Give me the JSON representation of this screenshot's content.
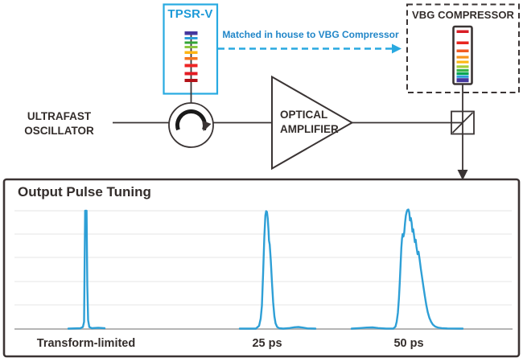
{
  "colors": {
    "line_dark": "#3a3434",
    "box_border": "#3b3333",
    "text_dark": "#332d2b",
    "accent_cyan": "#27aae1",
    "tpsr_label_blue": "#1d9ad8",
    "note_blue": "#2186c8",
    "pulse_blue": "#2e9fd6",
    "grid_gray": "#ebebeb",
    "baseline_gray": "#b5b5b5"
  },
  "diagram": {
    "tpsr": {
      "label": "TPSR-V"
    },
    "vbg": {
      "label": "VBG COMPRESSOR"
    },
    "note": {
      "text": "Matched in house to VBG Compressor"
    },
    "oscillator": {
      "lines": [
        "ULTRAFAST",
        "OSCILLATOR"
      ]
    },
    "amplifier": {
      "lines": [
        "OPTICAL",
        "AMPLIFIER"
      ]
    },
    "tpsr_spectrum_top_to_bottom": [
      "#45379e",
      "#2b9fd8",
      "#33a437",
      "#8dc63f",
      "#fdb515",
      "#f4731f",
      "#ee2524",
      "#e31b23",
      "#b31218"
    ],
    "vbg_spectrum_top_to_bottom": [
      "#d81e26",
      "#e8251f",
      "#f15a22",
      "#f7941d",
      "#fdb813",
      "#a6ce39",
      "#39b54a",
      "#00a651",
      "#2b9fd8",
      "#45379e"
    ]
  },
  "panel": {
    "title": "Output Pulse Tuning",
    "labels": [
      "Transform-limited",
      "25 ps",
      "50 ps"
    ]
  },
  "chart_data": {
    "type": "line",
    "title": "Output Pulse Tuning",
    "xlabel": "",
    "ylabel": "",
    "legend": "none",
    "grid": "horizontal-only",
    "note": "schematic intensity-vs-time traces, no numeric axes; coordinates are canvas units",
    "gridlines_y": [
      262,
      291,
      320,
      350,
      379
    ],
    "baseline_y": 409,
    "x_range": [
      18,
      637
    ],
    "series": [
      {
        "name": "Transform-limited",
        "points": [
          [
            85,
            408.5
          ],
          [
            100,
            408
          ],
          [
            103,
            406.5
          ],
          [
            104.5,
            400
          ],
          [
            105.8,
            262
          ],
          [
            107.6,
            262
          ],
          [
            108.5,
            355
          ],
          [
            109.5,
            398
          ],
          [
            111,
            406.5
          ],
          [
            114,
            408
          ],
          [
            122,
            407.5
          ],
          [
            130,
            408
          ]
        ]
      },
      {
        "name": "25 ps",
        "points": [
          [
            298,
            408.5
          ],
          [
            318,
            408.5
          ],
          [
            322,
            405
          ],
          [
            324,
            396
          ],
          [
            325.5,
            380
          ],
          [
            327,
            340
          ],
          [
            328.5,
            295
          ],
          [
            329.8,
            268
          ],
          [
            330.8,
            262.5
          ],
          [
            331.8,
            263.5
          ],
          [
            332.8,
            272
          ],
          [
            333.8,
            288
          ],
          [
            334.3,
            299
          ],
          [
            335.2,
            304
          ],
          [
            336.5,
            323
          ],
          [
            338,
            351
          ],
          [
            339.5,
            376
          ],
          [
            341,
            393
          ],
          [
            342.5,
            402
          ],
          [
            344.5,
            406.5
          ],
          [
            347,
            408
          ],
          [
            352,
            408.5
          ],
          [
            360,
            407.8
          ],
          [
            366,
            406.8
          ],
          [
            371,
            406.5
          ],
          [
            376,
            407.2
          ],
          [
            382,
            408.2
          ],
          [
            392,
            408.5
          ]
        ]
      },
      {
        "name": "50 ps",
        "points": [
          [
            437,
            408.5
          ],
          [
            448,
            407.8
          ],
          [
            456,
            407.2
          ],
          [
            463,
            407
          ],
          [
            470,
            407.8
          ],
          [
            480,
            408.4
          ],
          [
            489,
            408.4
          ],
          [
            491.5,
            406
          ],
          [
            493,
            400
          ],
          [
            494.5,
            389
          ],
          [
            495.8,
            371
          ],
          [
            496.8,
            352
          ],
          [
            497.8,
            330
          ],
          [
            498.8,
            308
          ],
          [
            499.6,
            297
          ],
          [
            500.4,
            291
          ],
          [
            501.4,
            294
          ],
          [
            502.4,
            289
          ],
          [
            503.4,
            277
          ],
          [
            504.4,
            268
          ],
          [
            505.4,
            263.5
          ],
          [
            506.4,
            261
          ],
          [
            507.6,
            260.5
          ],
          [
            508.6,
            264
          ],
          [
            509.6,
            274
          ],
          [
            510.6,
            271
          ],
          [
            511.6,
            277
          ],
          [
            512.6,
            288
          ],
          [
            513.6,
            285
          ],
          [
            514.6,
            293
          ],
          [
            515.6,
            301
          ],
          [
            516.6,
            298
          ],
          [
            517.6,
            307
          ],
          [
            519,
            316
          ],
          [
            520.2,
            313
          ],
          [
            521.6,
            323
          ],
          [
            523,
            334
          ],
          [
            524.6,
            345
          ],
          [
            526.2,
            356
          ],
          [
            528,
            368
          ],
          [
            529.8,
            379
          ],
          [
            531.6,
            388
          ],
          [
            533.6,
            395
          ],
          [
            535.8,
            400
          ],
          [
            538,
            403.5
          ],
          [
            541,
            406
          ],
          [
            544.5,
            407.3
          ],
          [
            549,
            407.9
          ],
          [
            556,
            408.3
          ],
          [
            566,
            408.4
          ],
          [
            575,
            408.5
          ]
        ]
      }
    ]
  }
}
